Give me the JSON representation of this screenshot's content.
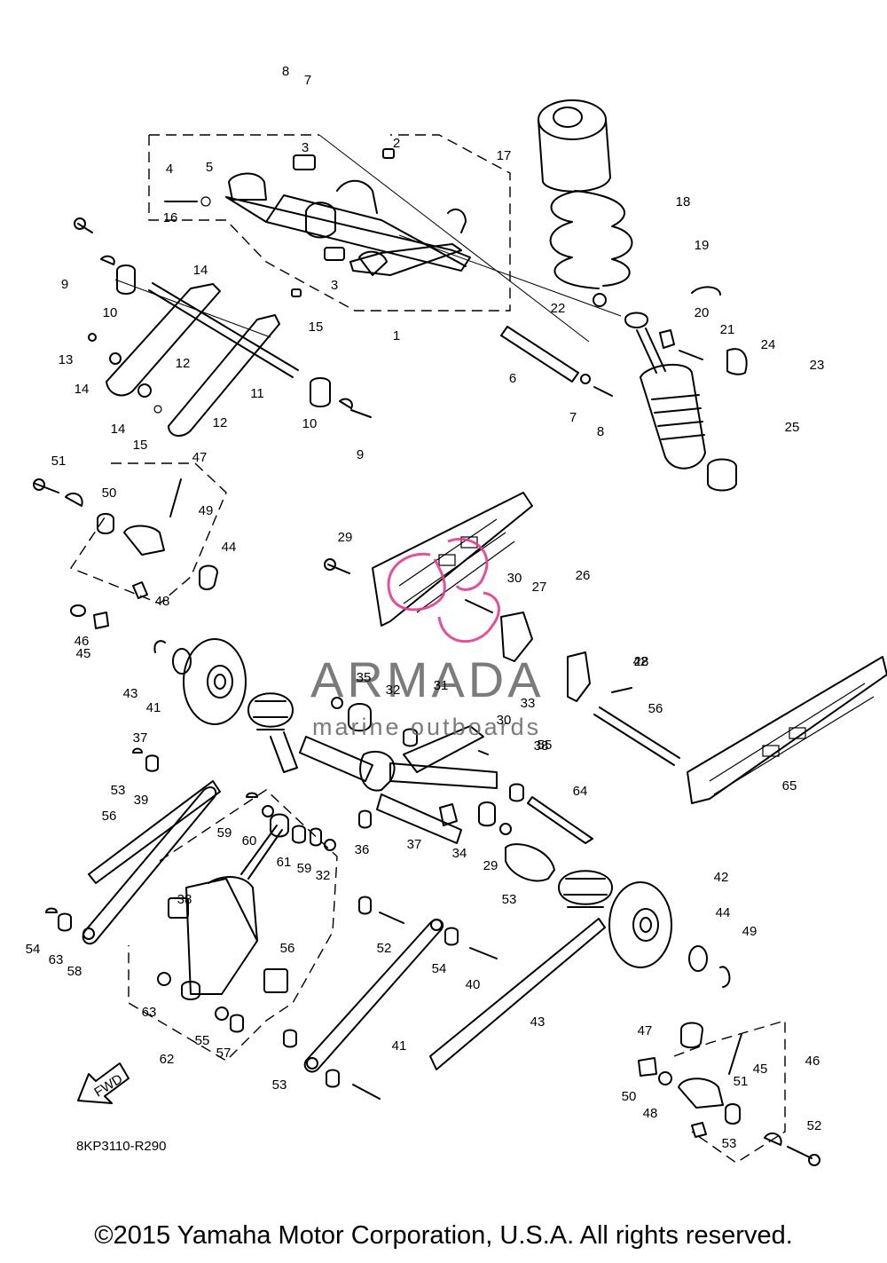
{
  "drawing_code": "8KP3110-R290",
  "copyright": "©2015 Yamaha Motor Corporation, U.S.A. All rights reserved.",
  "watermark": {
    "brand": "ARMADA",
    "tagline": "marine outboards",
    "color": "#e23d8f"
  },
  "fwd_label": "FWD",
  "callouts": [
    "8",
    "7",
    "3",
    "2",
    "4",
    "5",
    "17",
    "18",
    "16",
    "14",
    "9",
    "10",
    "19",
    "3",
    "1",
    "15",
    "22",
    "20",
    "21",
    "24",
    "23",
    "13",
    "14",
    "12",
    "6",
    "11",
    "7",
    "8",
    "14",
    "15",
    "10",
    "9",
    "12",
    "25",
    "51",
    "47",
    "50",
    "49",
    "44",
    "48",
    "46",
    "45",
    "29",
    "30",
    "27",
    "26",
    "42",
    "43",
    "41",
    "37",
    "35",
    "32",
    "31",
    "33",
    "30",
    "28",
    "56",
    "53",
    "39",
    "56",
    "59",
    "60",
    "61",
    "59",
    "32",
    "55",
    "38",
    "36",
    "37",
    "34",
    "29",
    "64",
    "65",
    "38",
    "56",
    "53",
    "54",
    "63",
    "58",
    "63",
    "62",
    "55",
    "57",
    "53",
    "52",
    "54",
    "40",
    "41",
    "43",
    "42",
    "44",
    "49",
    "47",
    "45",
    "46",
    "50",
    "48",
    "51",
    "53",
    "52"
  ]
}
